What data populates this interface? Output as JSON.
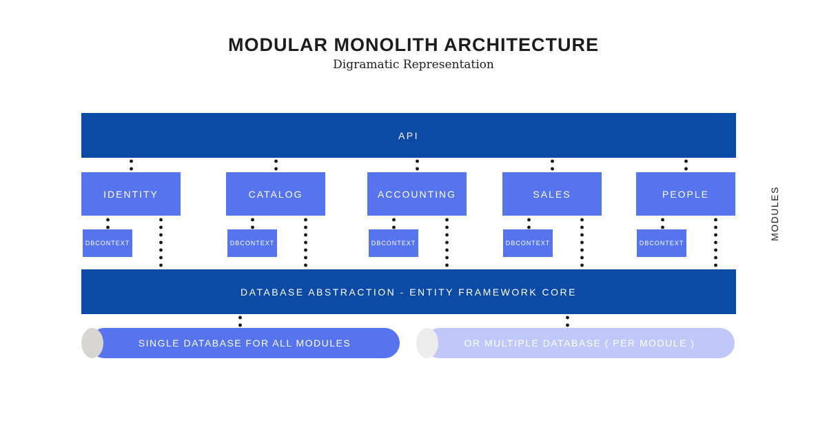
{
  "header": {
    "title": "MODULAR MONOLITH ARCHITECTURE",
    "subtitle": "Digramatic Representation"
  },
  "api_layer": {
    "label": "API"
  },
  "modules": {
    "side_label": "MODULES",
    "dbcontext_label": "DBCONTEXT",
    "items": [
      {
        "label": "IDENTITY"
      },
      {
        "label": "CATALOG"
      },
      {
        "label": "ACCOUNTING"
      },
      {
        "label": "SALES"
      },
      {
        "label": "PEOPLE"
      }
    ]
  },
  "database_layer": {
    "label": "DATABASE ABSTRACTION - ENTITY FRAMEWORK CORE"
  },
  "storage": {
    "single_label": "SINGLE DATABASE FOR ALL MODULES",
    "multiple_label": "OR MULTIPLE DATABASE ( PER MODULE )"
  },
  "colors": {
    "bar_blue": "#0c4ba5",
    "module_blue": "#5674ee",
    "cylinder_light": "#bfc8f8",
    "cap_gray": "#d7d6d3",
    "cap_light": "#edecec",
    "dot_black": "#161616",
    "text_light": "#ffffff",
    "text_dark": "#1c1c1c"
  }
}
